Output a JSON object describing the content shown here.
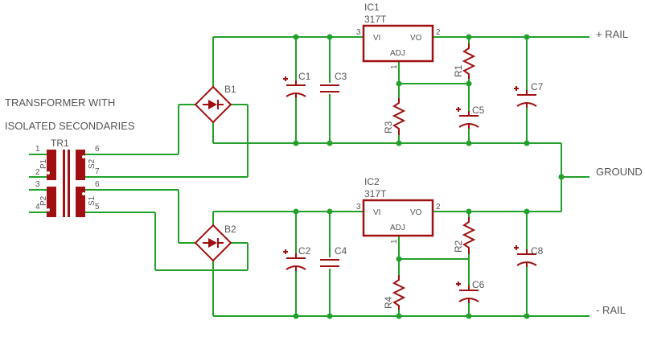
{
  "labels": {
    "transformer_line1": "TRANSFORMER WITH",
    "transformer_line2": "ISOLATED SECONDARIES",
    "tr1": "TR1",
    "p1": "P1",
    "p2": "P2",
    "s1": "S1",
    "s2": "S2",
    "pin1": "1",
    "pin2": "2",
    "pin3": "3",
    "pin4": "4",
    "pin5": "5",
    "pin6a": "6",
    "pin6b": "6",
    "pin7": "7",
    "b1": "B1",
    "b2": "B2",
    "c1": "C1",
    "c2": "C2",
    "c3": "C3",
    "c4": "C4",
    "c5": "C5",
    "c6": "C6",
    "c7": "C7",
    "c8": "C8",
    "r1": "R1",
    "r2": "R2",
    "r3": "R3",
    "r4": "R4",
    "ic1": "IC1",
    "ic1_part": "317T",
    "ic2": "IC2",
    "ic2_part": "317T",
    "vi": "VI",
    "vo": "VO",
    "adj": "ADJ",
    "vi2": "VI",
    "vo2": "VO",
    "adj2": "ADJ",
    "ic1_pin_in": "3",
    "ic1_pin_out": "2",
    "ic1_pin_adj": "1",
    "ic2_pin_in": "3",
    "ic2_pin_out": "2",
    "ic2_pin_adj": "1",
    "plus_rail": "+ RAIL",
    "ground": "GROUND",
    "minus_rail": "- RAIL"
  },
  "colors": {
    "wire": "#22a12a",
    "component": "#a01010",
    "text": "#555555"
  }
}
